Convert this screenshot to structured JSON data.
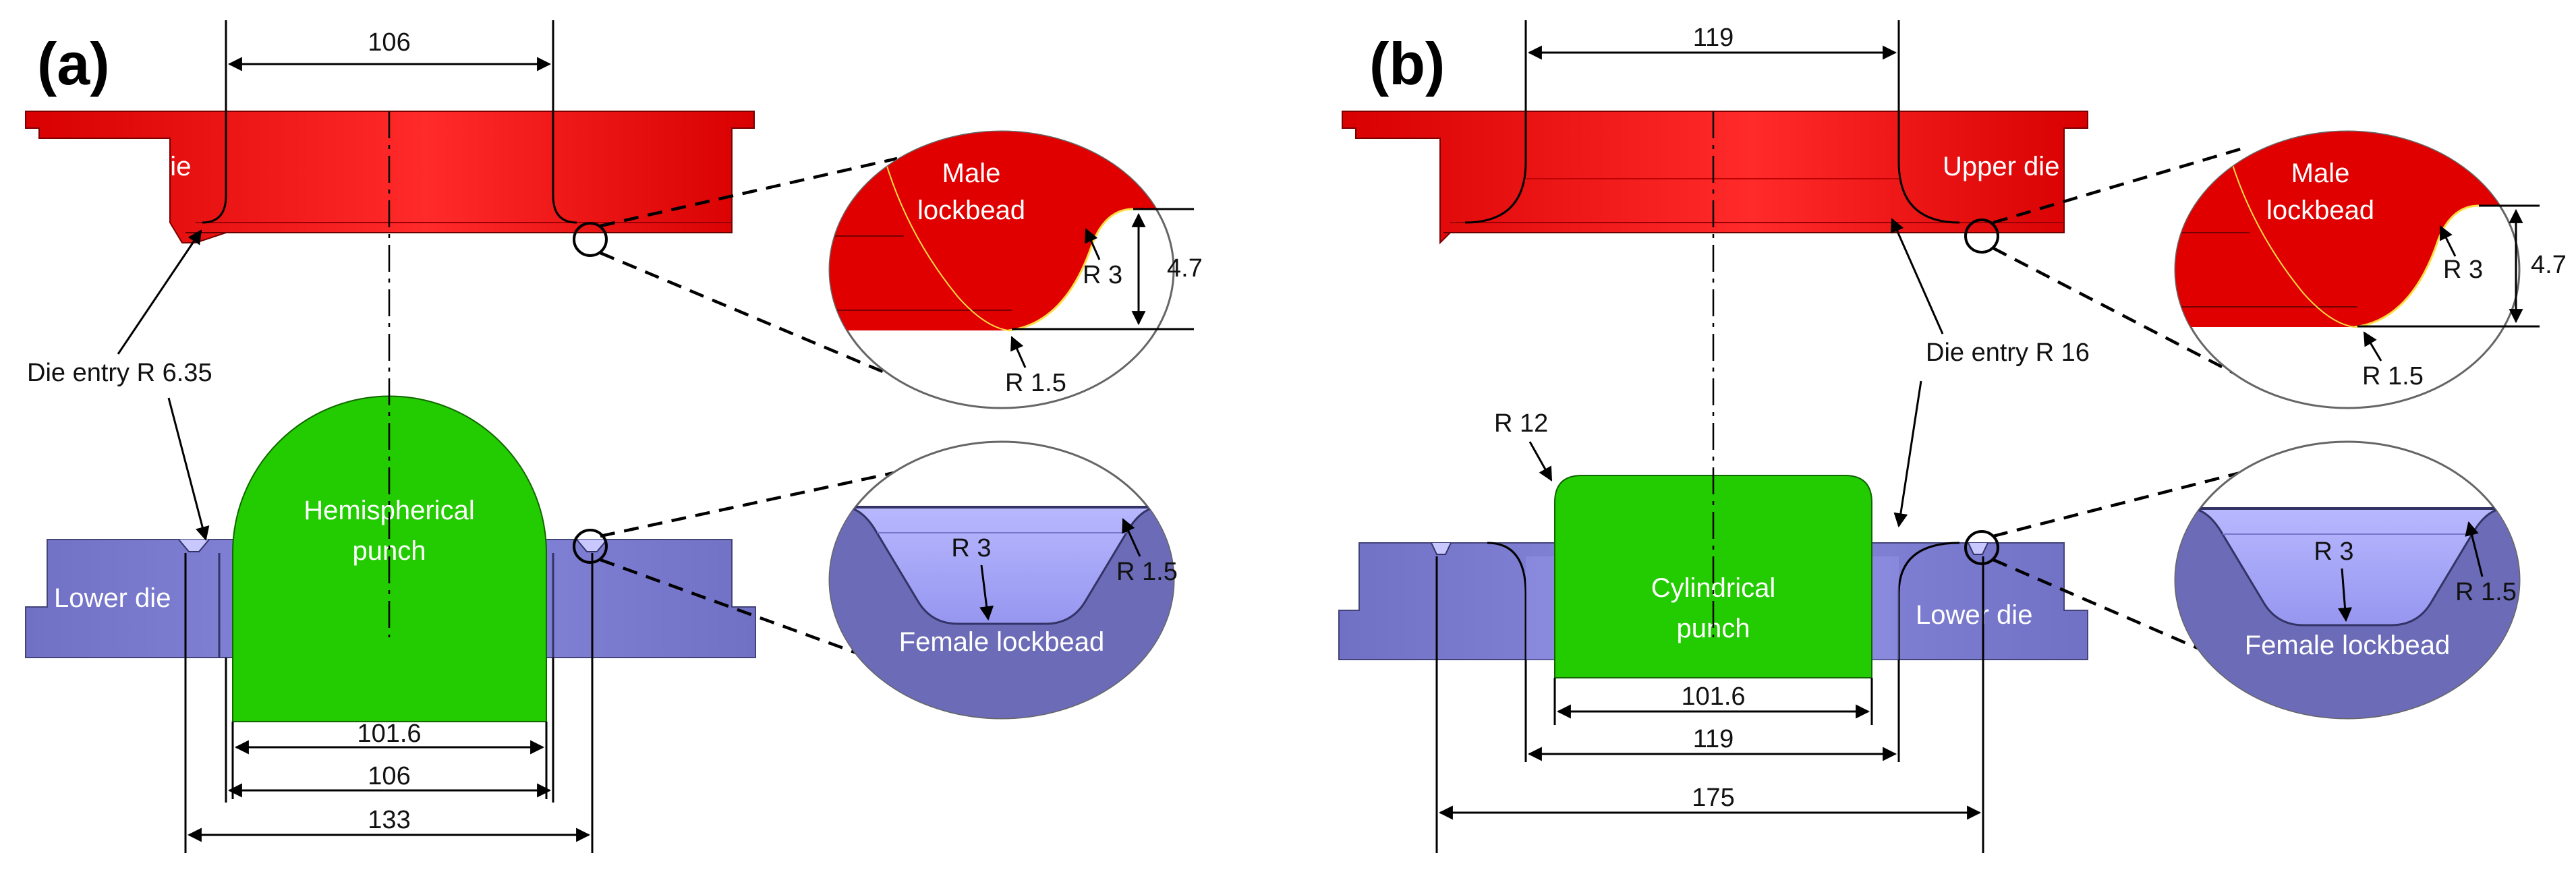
{
  "colors": {
    "upper_die": "#e00000",
    "upper_die_light": "#ff3333",
    "lower_die": "#7b7bcc",
    "lower_die_light": "#a0a0ff",
    "punch": "#22cc00",
    "lockbead_female": "#6b6bb8"
  },
  "panel_a": {
    "label": "(a)",
    "upper_die": "Upper die",
    "lower_die": "Lower die",
    "punch_line1": "Hemispherical",
    "punch_line2": "punch",
    "die_entry": "Die entry R 6.35",
    "dim_top": "106",
    "dim_punch": "101.6",
    "dim_die": "106",
    "dim_bead": "133",
    "male_line1": "Male",
    "male_line2": "lockbead",
    "male_r3": "R 3",
    "male_r15": "R 1.5",
    "male_h": "4.7",
    "female": "Female lockbead",
    "female_r3": "R 3",
    "female_r15": "R 1.5"
  },
  "panel_b": {
    "label": "(b)",
    "upper_die": "Upper die",
    "lower_die": "Lower die",
    "punch_line1": "Cylindrical",
    "punch_line2": "punch",
    "die_entry": "Die entry R 16",
    "punch_radius": "R 12",
    "dim_top": "119",
    "dim_punch": "101.6",
    "dim_die": "119",
    "dim_bead": "175",
    "male_line1": "Male",
    "male_line2": "lockbead",
    "male_r3": "R 3",
    "male_r15": "R 1.5",
    "male_h": "4.7",
    "female": "Female lockbead",
    "female_r3": "R 3",
    "female_r15": "R 1.5"
  }
}
